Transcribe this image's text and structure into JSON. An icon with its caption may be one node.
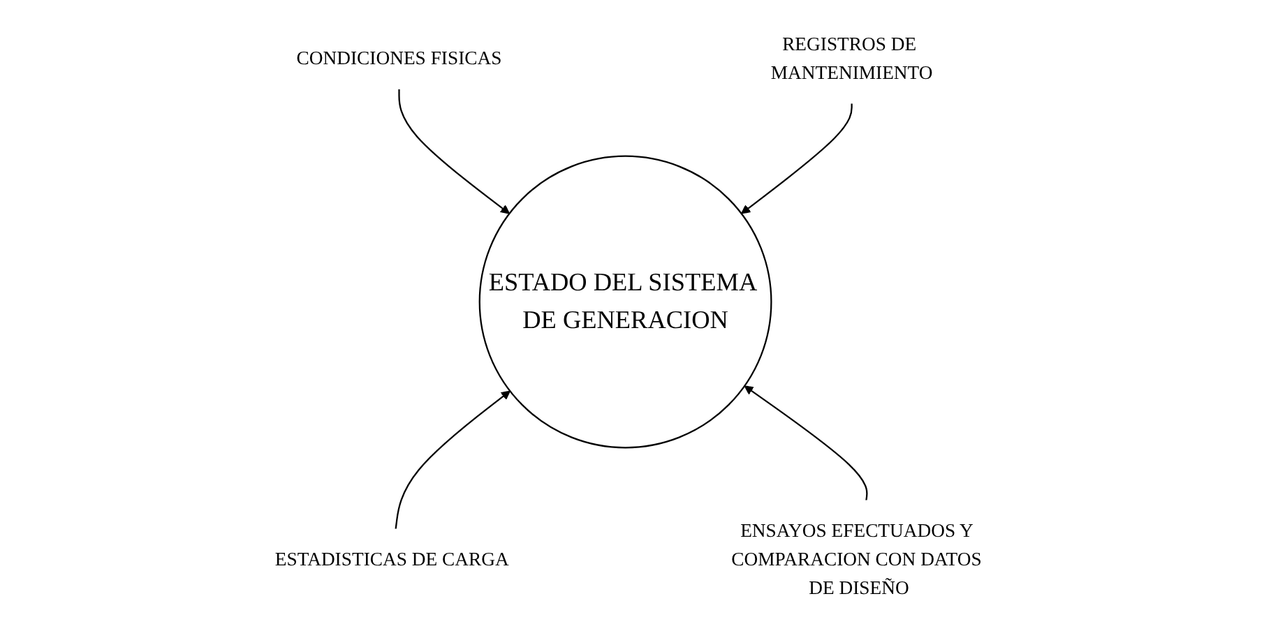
{
  "diagram": {
    "nodes": [
      {
        "text": [
          "CONDICIONES FISICAS"
        ]
      },
      {
        "text": [
          "REGISTROS DE MANTENIMIENTO"
        ]
      },
      {
        "text": [
          "ESTADO DEL SISTEMA DE GENERACION"
        ]
      },
      {
        "text": [
          "ESTADISTICAS DE CARGA"
        ]
      },
      {
        "text": [
          "ENSAYOS EFECTUADOS Y COMPARACION CON DATOS DE DISEÑO"
        ]
      }
    ],
    "edges": [
      {
        "from": 0,
        "to": 2,
        "arrow": "to"
      },
      {
        "from": 1,
        "to": 2,
        "arrow": "to"
      },
      {
        "from": 3,
        "to": 2,
        "arrow": "to"
      },
      {
        "from": 4,
        "to": 2,
        "arrow": "to"
      }
    ]
  }
}
